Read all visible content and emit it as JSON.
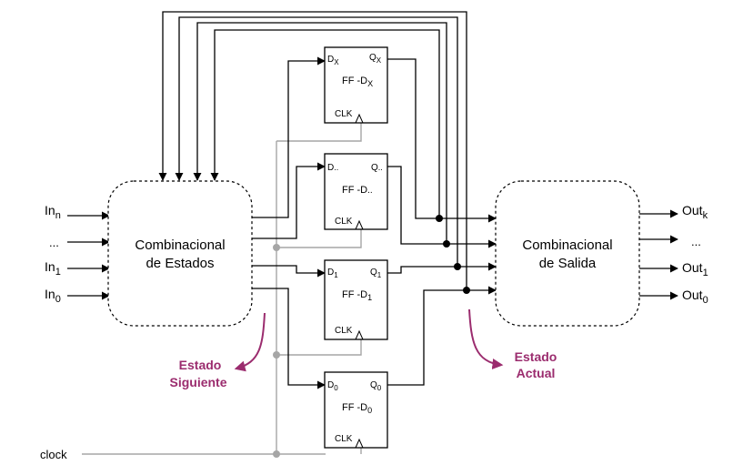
{
  "inputs": {
    "in_n": {
      "base": "In",
      "sub": "n"
    },
    "ellipsis": "...",
    "in_1": {
      "base": "In",
      "sub": "1"
    },
    "in_0": {
      "base": "In",
      "sub": "0"
    }
  },
  "clock": "clock",
  "state_logic": {
    "line1": "Combinacional",
    "line2": "de Estados"
  },
  "output_logic": {
    "line1": "Combinacional",
    "line2": "de Salida"
  },
  "flipflops": {
    "x": {
      "d": {
        "base": "D",
        "sub": "X"
      },
      "q": {
        "base": "Q",
        "sub": "X"
      },
      "name": {
        "base": "FF -D",
        "sub": "X"
      },
      "clk": "CLK"
    },
    "dots": {
      "d": {
        "base": "D",
        "sub": ".."
      },
      "q": {
        "base": "Q",
        "sub": ".."
      },
      "name": {
        "base": "FF -D",
        "sub": ".."
      },
      "clk": "CLK"
    },
    "one": {
      "d": {
        "base": "D",
        "sub": "1"
      },
      "q": {
        "base": "Q",
        "sub": "1"
      },
      "name": {
        "base": "FF -D",
        "sub": "1"
      },
      "clk": "CLK"
    },
    "zero": {
      "d": {
        "base": "D",
        "sub": "0"
      },
      "q": {
        "base": "Q",
        "sub": "0"
      },
      "name": {
        "base": "FF -D",
        "sub": "0"
      },
      "clk": "CLK"
    }
  },
  "outputs": {
    "out_k": {
      "base": "Out",
      "sub": "k"
    },
    "ellipsis": "...",
    "out_1": {
      "base": "Out",
      "sub": "1"
    },
    "out_0": {
      "base": "Out",
      "sub": "0"
    }
  },
  "annotations": {
    "next_state": {
      "line1": "Estado",
      "line2": "Siguiente"
    },
    "current_state": {
      "line1": "Estado",
      "line2": "Actual"
    }
  },
  "colors": {
    "wire": "#000000",
    "clock_wire": "#a6a6a6",
    "annotation": "#9b2c6e"
  }
}
